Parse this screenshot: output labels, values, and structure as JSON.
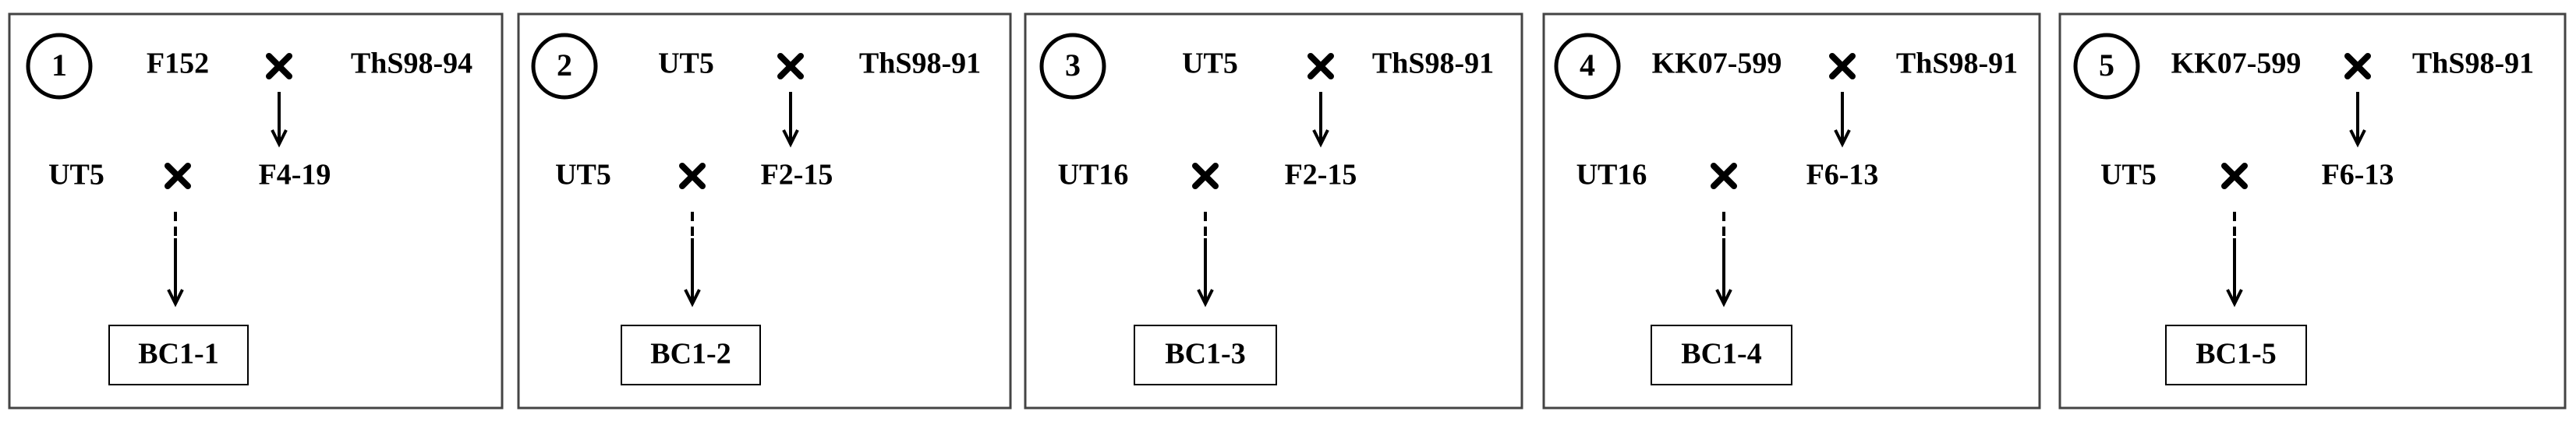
{
  "panels": [
    {
      "number": "1",
      "parent_a": "F152",
      "parent_b": "ThS98-94",
      "recurrent_parent": "UT5",
      "f1": "F4-19",
      "result": "BC1-1"
    },
    {
      "number": "2",
      "parent_a": "UT5",
      "parent_b": "ThS98-91",
      "recurrent_parent": "UT5",
      "f1": "F2-15",
      "result": "BC1-2"
    },
    {
      "number": "3",
      "parent_a": "UT5",
      "parent_b": "ThS98-91",
      "recurrent_parent": "UT16",
      "f1": "F2-15",
      "result": "BC1-3"
    },
    {
      "number": "4",
      "parent_a": "KK07-599",
      "parent_b": "ThS98-91",
      "recurrent_parent": "UT16",
      "f1": "F6-13",
      "result": "BC1-4"
    },
    {
      "number": "5",
      "parent_a": "KK07-599",
      "parent_b": "ThS98-91",
      "recurrent_parent": "UT5",
      "f1": "F6-13",
      "result": "BC1-5"
    }
  ],
  "cross_symbol": "×",
  "colors": {
    "stroke": "#000000",
    "background": "#ffffff",
    "frame": "#444444"
  },
  "icons": {
    "cross": "cross-icon",
    "arrow_solid": "arrow-down-icon",
    "arrow_dashed": "dashed-arrow-down-icon"
  }
}
